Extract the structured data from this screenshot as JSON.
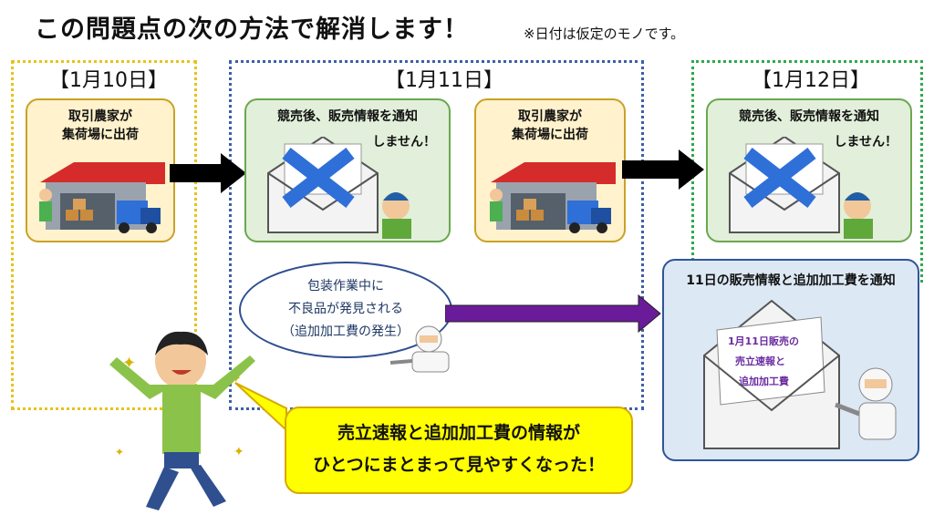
{
  "title": "この問題点の次の方法で解消します！",
  "note": "※日付は仮定のモノです。",
  "dates": {
    "d10": "【1月10日】",
    "d11": "【1月11日】",
    "d12": "【1月12日】"
  },
  "boxes": {
    "ship1_line1": "取引農家が",
    "ship1_line2": "集荷場に出荷",
    "notice1_line1": "競売後、販売情報を通知",
    "notice1_line2": "しません！",
    "ship2_line1": "取引農家が",
    "ship2_line2": "集荷場に出荷",
    "notice2_line1": "競売後、販売情報を通知",
    "notice2_line2": "しません！",
    "bottom_notice": "11日の販売情報と追加加工費を通知"
  },
  "ellipse": {
    "line1": "包装作業中に",
    "line2": "不良品が発見される",
    "line3": "（追加加工費の発生）"
  },
  "paper": {
    "line1": "1月11日販売の",
    "line2": "売立速報と",
    "line3": "追加加工費"
  },
  "callout": {
    "line1": "売立速報と追加加工費の情報が",
    "line2": "ひとつにまとまって見やすくなった！"
  },
  "colors": {
    "frame_10": "#e8c21a",
    "frame_11": "#3d5fa8",
    "frame_12": "#2fa84f",
    "cross": "#2f6fd8",
    "arrow_black": "#000000",
    "arrow_purple": "#6a1b9a",
    "callout": "#ffff00"
  }
}
